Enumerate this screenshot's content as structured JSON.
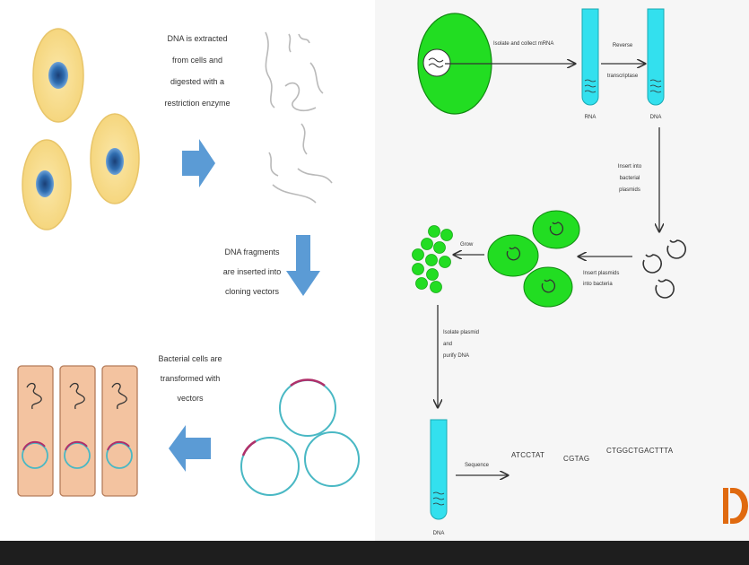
{
  "left_panel": {
    "caption_extract": [
      "DNA is extracted",
      "from cells and",
      "digested with a",
      "restriction enzyme"
    ],
    "caption_fragments": [
      "DNA fragments",
      "are inserted into",
      "cloning vectors"
    ],
    "caption_transform": [
      "Bacterial cells are",
      "transformed with",
      "vectors"
    ]
  },
  "right_panel": {
    "label_isolate_mrna": "Isolate and collect mRNA",
    "label_reverse": [
      "Reverse",
      "transcriptase"
    ],
    "label_rna": "RNA",
    "label_dna_tube": "DNA",
    "label_insert": [
      "Insert into",
      "bacterial",
      "plasmids"
    ],
    "label_insert_bacteria": [
      "Insert plasmids",
      "into bacteria"
    ],
    "label_grow": "Grow",
    "label_isolate_plasmid": [
      "Isolate plasmid",
      "and",
      "purify DNA"
    ],
    "label_sequence": "Sequence",
    "label_dna_bottom": "DNA",
    "sequence_parts": [
      "ATCCTAT",
      "CGTAG",
      "CTGGCTGACTTTA"
    ]
  },
  "colors": {
    "cell_fill": "#f7dc8a",
    "nucleus": "#2f6db0",
    "arrow_blue": "#5b9bd5",
    "green": "#22dd22",
    "tube": "#33e0ee",
    "tag_fill": "#f3c3a0",
    "plasmid": "#49b8c4",
    "insert": "#b0306a",
    "logo": "#e06a10"
  }
}
